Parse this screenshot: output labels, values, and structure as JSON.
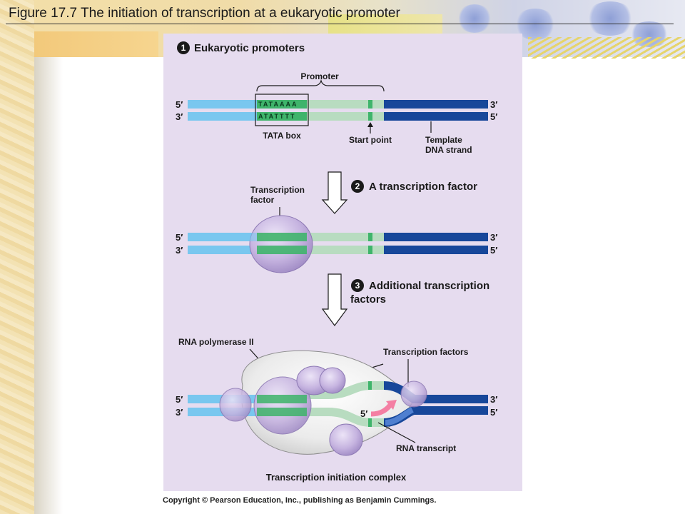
{
  "slide_title": "Figure 17.7 The initiation of transcription at a eukaryotic promoter",
  "copyright": "Copyright © Pearson Education, Inc., publishing as Benjamin Cummings.",
  "step1": {
    "number": "1",
    "title": "Eukaryotic promoters"
  },
  "step2": {
    "number": "2",
    "title": "A transcription factor"
  },
  "step3": {
    "number": "3",
    "title_line1": "Additional transcription",
    "title_line2": "factors"
  },
  "labels": {
    "promoter": "Promoter",
    "tata_box": "TATA box",
    "start_point": "Start point",
    "template_line1": "Template",
    "template_line2": "DNA strand",
    "transcription_factor_line1": "Transcription",
    "transcription_factor_line2": "factor",
    "rna_polymerase": "RNA polymerase II",
    "transcription_factors": "Transcription factors",
    "rna_transcript": "RNA transcript",
    "initiation_complex": "Transcription initiation complex"
  },
  "sequences": {
    "top": "TATAAAA",
    "bottom": "ATATTTT"
  },
  "ends": {
    "five_prime": "5′",
    "three_prime": "3′"
  },
  "colors": {
    "light_blue_dna": "#79c7ef",
    "dark_blue_dna": "#17479a",
    "promoter_green": "#b8dcc0",
    "tata_green": "#3fb46b",
    "protein_lavender": "#c6b4e0",
    "panel_bg": "#e6dcef",
    "rna_pink": "#f47fa3"
  }
}
